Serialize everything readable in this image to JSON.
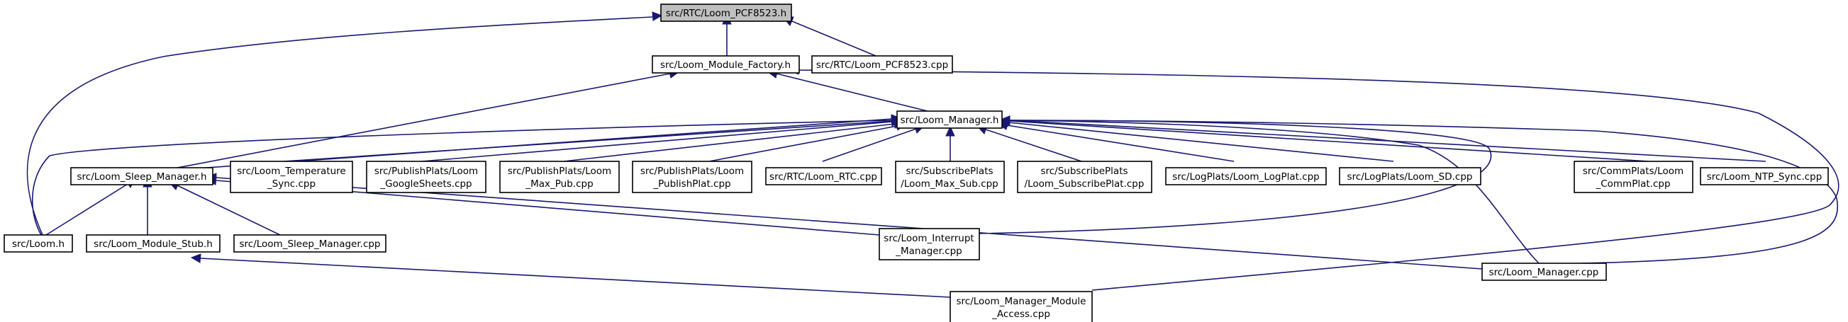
{
  "graph": {
    "nodes": [
      {
        "id": "pcf8523_h",
        "lines": [
          "src/RTC/Loom_PCF8523.h"
        ],
        "highlight": true
      },
      {
        "id": "module_factory_h",
        "lines": [
          "src/Loom_Module_Factory.h"
        ]
      },
      {
        "id": "pcf8523_cpp",
        "lines": [
          "src/RTC/Loom_PCF8523.cpp"
        ]
      },
      {
        "id": "manager_h",
        "lines": [
          "src/Loom_Manager.h"
        ]
      },
      {
        "id": "sleep_manager_h",
        "lines": [
          "src/Loom_Sleep_Manager.h"
        ]
      },
      {
        "id": "temperature_sync_cpp",
        "lines": [
          "src/Loom_Temperature",
          "_Sync.cpp"
        ]
      },
      {
        "id": "googlesheets_cpp",
        "lines": [
          "src/PublishPlats/Loom",
          "_GoogleSheets.cpp"
        ]
      },
      {
        "id": "max_pub_cpp",
        "lines": [
          "src/PublishPlats/Loom",
          "_Max_Pub.cpp"
        ]
      },
      {
        "id": "publishplat_cpp",
        "lines": [
          "src/PublishPlats/Loom",
          "_PublishPlat.cpp"
        ]
      },
      {
        "id": "rtc_cpp",
        "lines": [
          "src/RTC/Loom_RTC.cpp"
        ]
      },
      {
        "id": "max_sub_cpp",
        "lines": [
          "src/SubscribePlats",
          "/Loom_Max_Sub.cpp"
        ]
      },
      {
        "id": "subscribeplat_cpp",
        "lines": [
          "src/SubscribePlats",
          "/Loom_SubscribePlat.cpp"
        ]
      },
      {
        "id": "logplat_cpp",
        "lines": [
          "src/LogPlats/Loom_LogPlat.cpp"
        ]
      },
      {
        "id": "sd_cpp",
        "lines": [
          "src/LogPlats/Loom_SD.cpp"
        ]
      },
      {
        "id": "commplat_cpp",
        "lines": [
          "src/CommPlats/Loom",
          "_CommPlat.cpp"
        ]
      },
      {
        "id": "ntp_sync_cpp",
        "lines": [
          "src/Loom_NTP_Sync.cpp"
        ]
      },
      {
        "id": "loom_h",
        "lines": [
          "src/Loom.h"
        ]
      },
      {
        "id": "module_stub_h",
        "lines": [
          "src/Loom_Module_Stub.h"
        ]
      },
      {
        "id": "sleep_manager_cpp",
        "lines": [
          "src/Loom_Sleep_Manager.cpp"
        ]
      },
      {
        "id": "interrupt_manager_cpp",
        "lines": [
          "src/Loom_Interrupt",
          "_Manager.cpp"
        ]
      },
      {
        "id": "manager_cpp",
        "lines": [
          "src/Loom_Manager.cpp"
        ]
      },
      {
        "id": "manager_module_access_cpp",
        "lines": [
          "src/Loom_Manager_Module",
          "_Access.cpp"
        ]
      }
    ],
    "edge_color": "#191970"
  }
}
